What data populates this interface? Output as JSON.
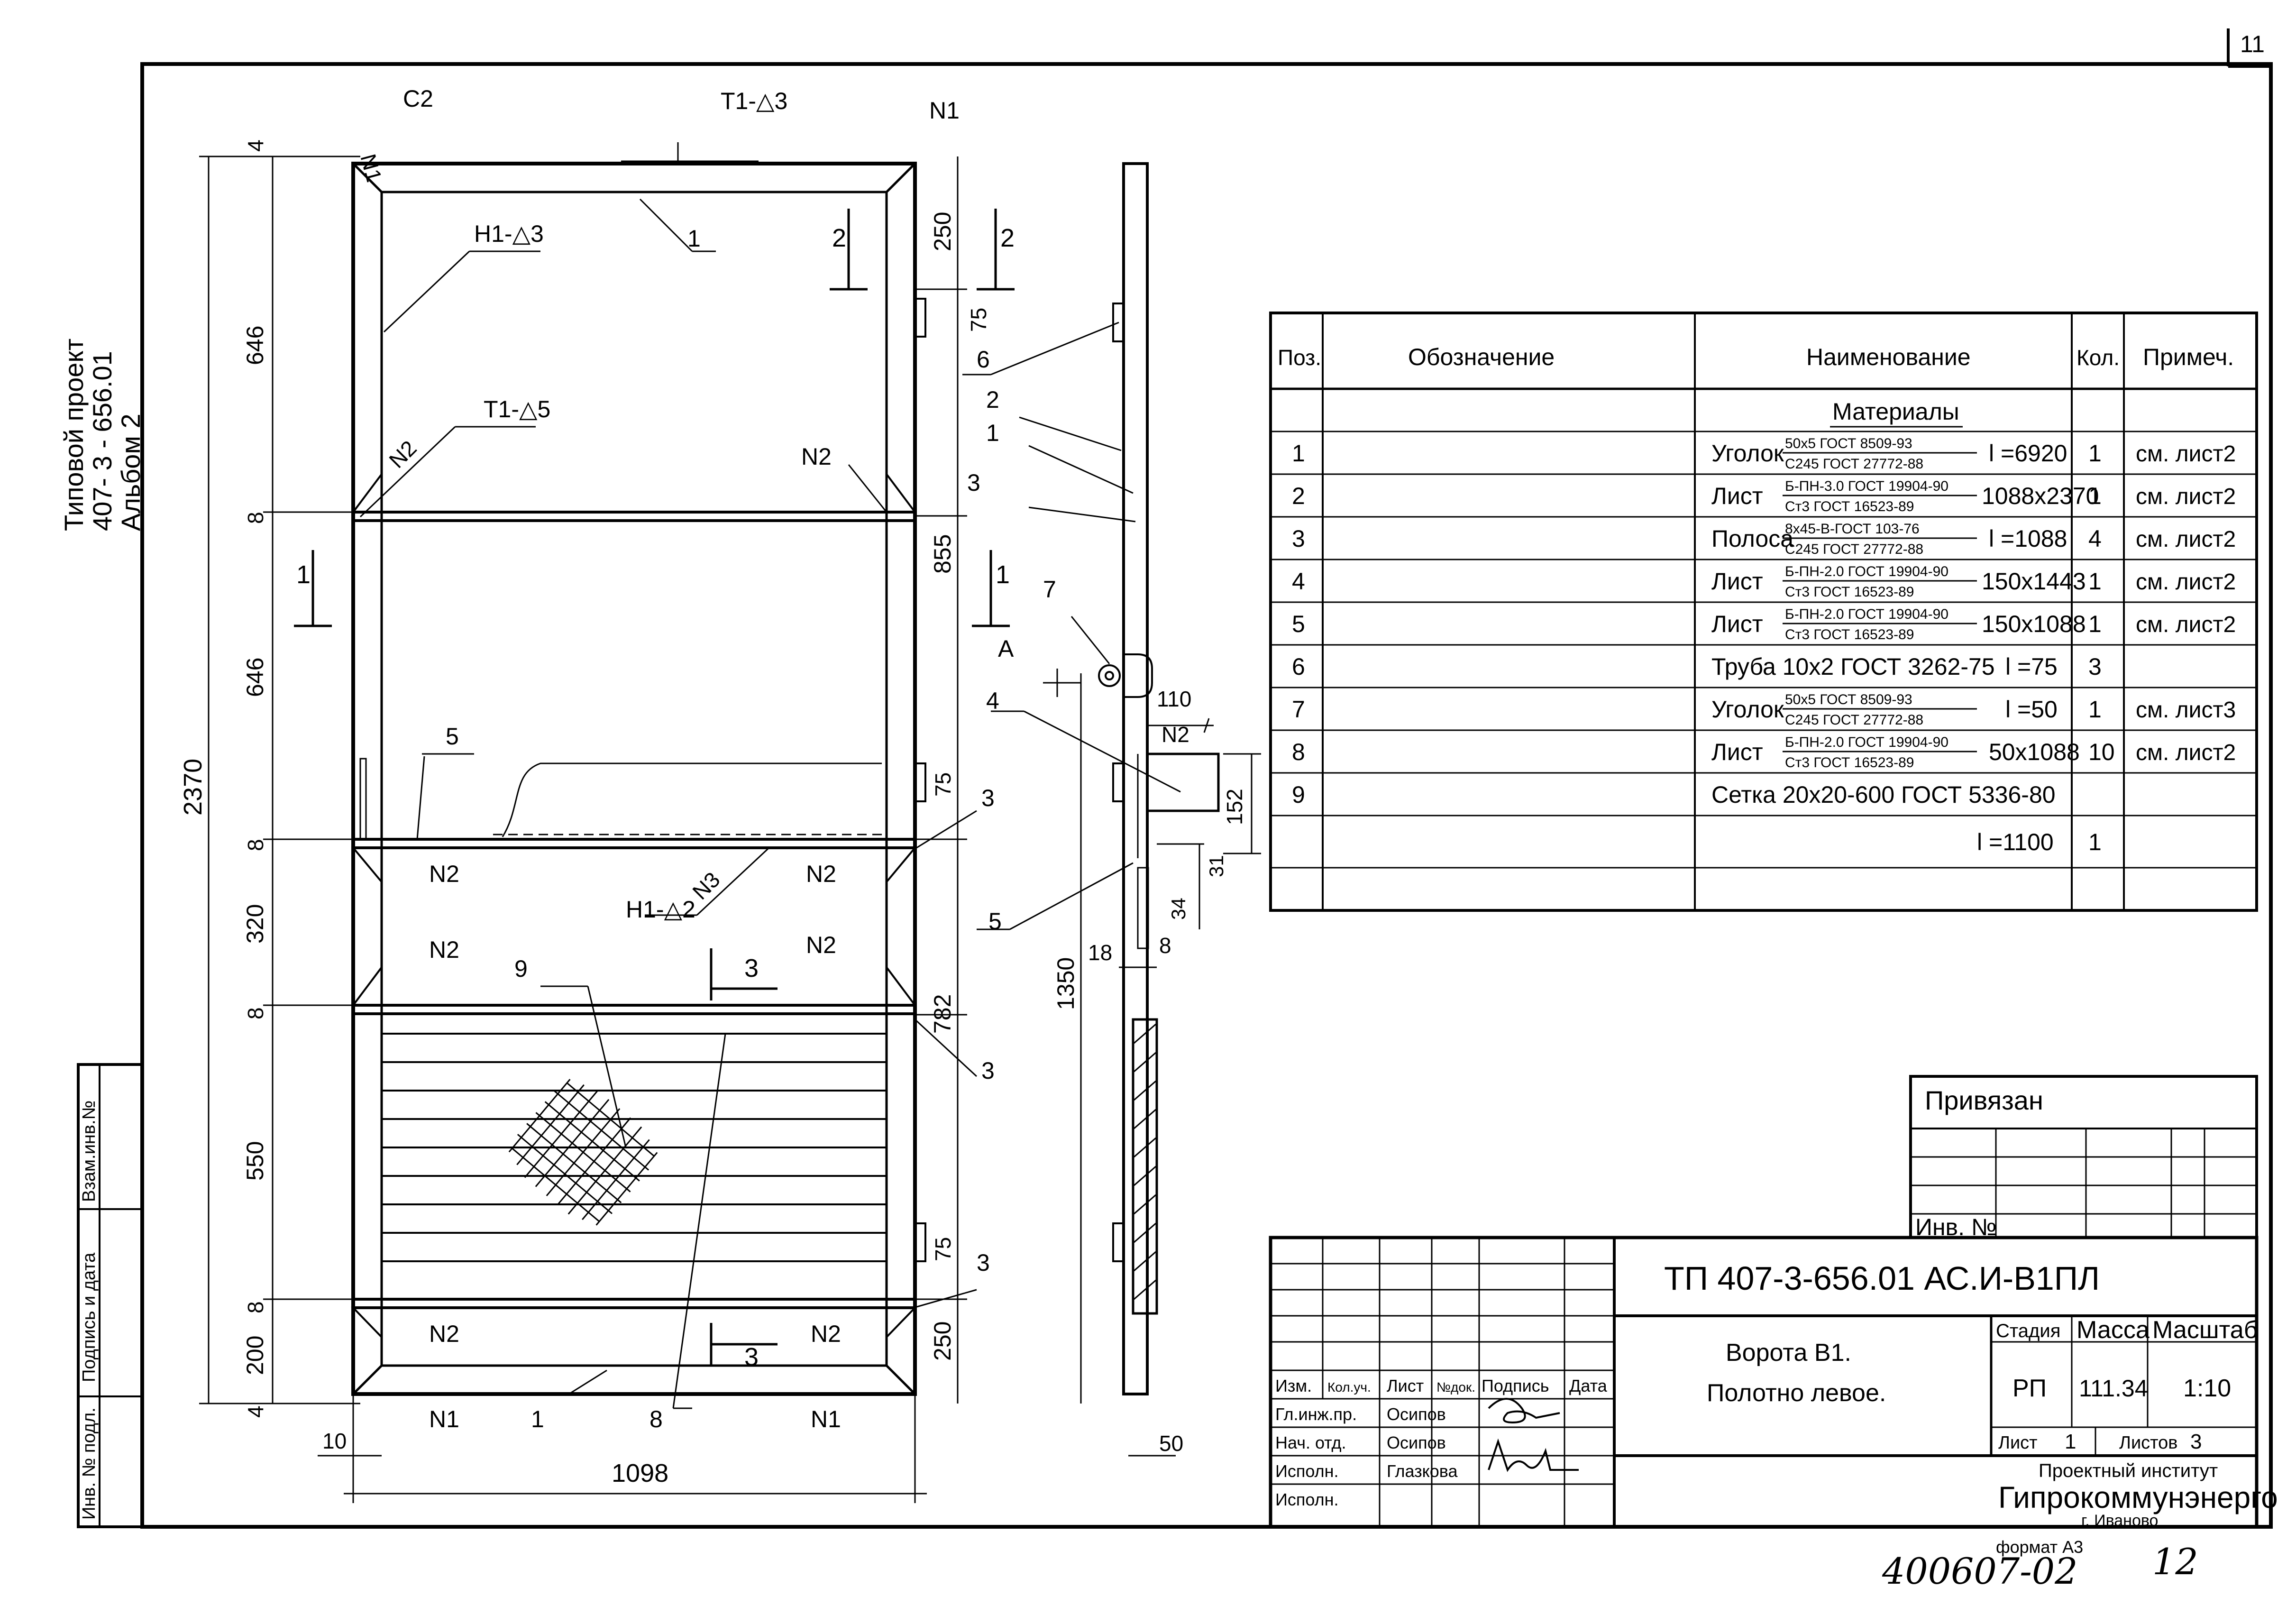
{
  "sheet_number": "11",
  "side_title": {
    "line1": "Типовой проект",
    "line2": "407- 3 - 656.01",
    "line3": "Альбом 2"
  },
  "left_stamp": {
    "vzam": "Взам.инв.№",
    "podpis": "Подпись и дата",
    "inv": "Инв. № подл."
  },
  "drawing": {
    "main_view": {
      "weld_labels": [
        "С2",
        "N1",
        "N1",
        "N2",
        "N2",
        "N2",
        "N2",
        "N2",
        "N2",
        "N2",
        "N2",
        "N1",
        "N1",
        "N3"
      ],
      "weld_callouts": [
        "Т1-△3",
        "Н1-△3",
        "Т1-△5",
        "Н1-△2"
      ],
      "position_callouts": [
        "1",
        "2",
        "3",
        "4",
        "5",
        "6",
        "7",
        "8",
        "9"
      ],
      "section_marks": [
        "1",
        "1",
        "2",
        "2",
        "3",
        "3"
      ],
      "vertical_dims_left": [
        "4",
        "646",
        "8",
        "646",
        "8",
        "320",
        "8",
        "550",
        "8",
        "200",
        "4"
      ],
      "overall_height": "2370",
      "vertical_dims_right": [
        "250",
        "75",
        "855",
        "75",
        "782",
        "75",
        "250"
      ],
      "bottom_dims": [
        "10",
        "1098"
      ]
    },
    "side_view": {
      "labels": [
        "6",
        "2",
        "1",
        "3",
        "7",
        "А",
        "4",
        "110",
        "N2",
        "152",
        "31",
        "34",
        "5",
        "18",
        "8",
        "1350",
        "50"
      ]
    }
  },
  "spec_table": {
    "headers": [
      "Поз.",
      "Обозначение",
      "Наименование",
      "Кол.",
      "Примеч."
    ],
    "section_title": "Материалы",
    "rows": [
      {
        "pos": "1",
        "name": "Уголок",
        "top": "50x5 ГОСТ 8509-93",
        "bottom": "C245 ГОСТ 27772-88",
        "size": "l =6920",
        "qty": "1",
        "note": "см. лист2"
      },
      {
        "pos": "2",
        "name": "Лист",
        "top": "Б-ПН-3.0 ГОСТ 19904-90",
        "bottom": "Ст3 ГОСТ 16523-89",
        "size": "1088x2370",
        "qty": "1",
        "note": "см. лист2"
      },
      {
        "pos": "3",
        "name": "Полоса",
        "top": "8x45-В-ГОСТ 103-76",
        "bottom": "C245 ГОСТ 27772-88",
        "size": "l =1088",
        "qty": "4",
        "note": "см. лист2"
      },
      {
        "pos": "4",
        "name": "Лист",
        "top": "Б-ПН-2.0 ГОСТ 19904-90",
        "bottom": "Ст3 ГОСТ 16523-89",
        "size": "150x1443",
        "qty": "1",
        "note": "см. лист2"
      },
      {
        "pos": "5",
        "name": "Лист",
        "top": "Б-ПН-2.0 ГОСТ 19904-90",
        "bottom": "Ст3 ГОСТ 16523-89",
        "size": "150x1088",
        "qty": "1",
        "note": "см. лист2"
      },
      {
        "pos": "6",
        "name": "Труба 10x2 ГОСТ 3262-75",
        "top": "",
        "bottom": "",
        "size": "l =75",
        "qty": "3",
        "note": ""
      },
      {
        "pos": "7",
        "name": "Уголок",
        "top": "50x5 ГОСТ 8509-93",
        "bottom": "C245 ГОСТ 27772-88",
        "size": "l =50",
        "qty": "1",
        "note": "см. лист3"
      },
      {
        "pos": "8",
        "name": "Лист",
        "top": "Б-ПН-2.0 ГОСТ 19904-90",
        "bottom": "Ст3 ГОСТ 16523-89",
        "size": "50x1088",
        "qty": "10",
        "note": "см. лист2"
      },
      {
        "pos": "9",
        "name": "Сетка 20x20-600 ГОСТ 5336-80",
        "top": "",
        "bottom": "",
        "size": "",
        "qty": "",
        "note": ""
      },
      {
        "pos": "",
        "name": "",
        "top": "",
        "bottom": "",
        "size": "l =1100",
        "qty": "1",
        "note": ""
      }
    ]
  },
  "bound_block": {
    "title": "Привязан",
    "inv": "Инв. №"
  },
  "title_block": {
    "code": "ТП   407-3-656.01   АС.И-В1ПЛ",
    "col_headers": [
      "Изм.",
      "Кол.уч.",
      "Лист",
      "№док.",
      "Подпись",
      "Дата"
    ],
    "signers": [
      {
        "role": "Гл.инж.пр.",
        "name": "Осипов"
      },
      {
        "role": "Нач. отд.",
        "name": "Осипов"
      },
      {
        "role": "Исполн.",
        "name": "Глазкова"
      },
      {
        "role": "Исполн.",
        "name": ""
      }
    ],
    "title_line1": "Ворота В1.",
    "title_line2": "Полотно левое.",
    "stage_header": "Стадия",
    "mass_header": "Масса",
    "scale_header": "Масштаб",
    "stage": "РП",
    "mass": "111.34",
    "scale": "1:10",
    "sheet_label": "Лист",
    "sheet": "1",
    "sheets_label": "Листов",
    "sheets": "3",
    "org_line1": "Проектный институт",
    "org_line2": "Гипрокоммунэнерго",
    "org_line3": "г. Иваново"
  },
  "footer": {
    "format": "формат А3",
    "handwritten": "400607-02",
    "handwritten_page": "12"
  }
}
